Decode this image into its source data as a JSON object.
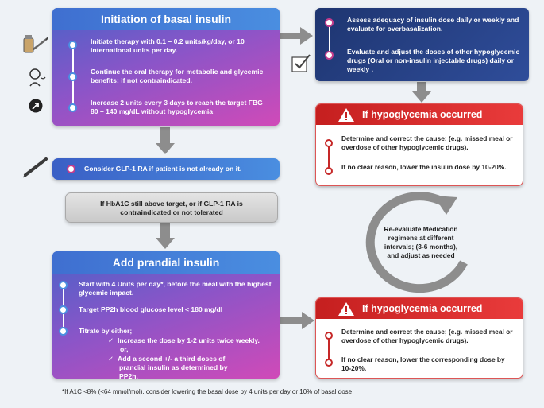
{
  "basal": {
    "title": "Initiation of basal insulin",
    "steps": [
      "Initiate therapy with 0.1 – 0.2 units/kg/day, or 10 international units per day.",
      "Continue the oral therapy for metabolic and glycemic benefits; if not contraindicated.",
      "Increase 2 units every 3 days to reach the target FBG 80 – 140 mg/dL without hypoglycemia"
    ]
  },
  "assess": {
    "steps": [
      "Assess adequacy of insulin dose daily or weekly and evaluate for overbasalization.",
      "Evaluate and adjust the doses of other hypoglycemic drugs (Oral or non-insulin injectable drugs) daily or weekly ."
    ]
  },
  "hypo1": {
    "title": "If hypoglycemia occurred",
    "steps": [
      "Determine and correct the cause; (e.g. missed meal or overdose of other hypoglycemic drugs).",
      "If no clear reason, lower the insulin dose by 10-20%."
    ]
  },
  "glp": {
    "text": "Consider GLP-1 RA if patient is not already on it."
  },
  "hba1c": {
    "text": "If HbA1C still above target, or if GLP-1 RA is contraindicated or not tolerated"
  },
  "reevaluate": {
    "text": "Re-evaluate Medication regimens at different intervals; (3-6 months), and adjust as needed"
  },
  "prandial": {
    "title": "Add prandial insulin",
    "step1": "Start with 4 Units per day*, before the meal with the highest glycemic impact.",
    "step2": "Target PP2h blood glucose level < 180 mg/dl",
    "step3": "Titrate by either;",
    "sub1": "Increase the dose by 1-2 units twice weekly.",
    "or": "or,",
    "sub2": "Add a second +/- a third doses of prandial insulin as determined by PP2h."
  },
  "hypo2": {
    "title": "If hypoglycemia occurred",
    "steps": [
      "Determine and correct the cause; (e.g. missed meal or overdose of other hypoglycemic drugs).",
      "If no clear reason, lower the corresponding dose by 10-20%."
    ]
  },
  "footnote": "*If A1C <8% (<64 mmol/mol), consider lowering the basal dose by 4 units per day or 10% of basal dose",
  "icons": [
    "vial-syringe-icon",
    "person-thinking-icon",
    "trend-arrow-icon",
    "checkbox-icon",
    "pen-injector-icon",
    "warning-icon"
  ],
  "colors": {
    "blue": "#3f6fd0",
    "purple": "#8a55c8",
    "magenta": "#d04ab8",
    "red": "#c51f1f",
    "navy": "#2d3e7e"
  }
}
